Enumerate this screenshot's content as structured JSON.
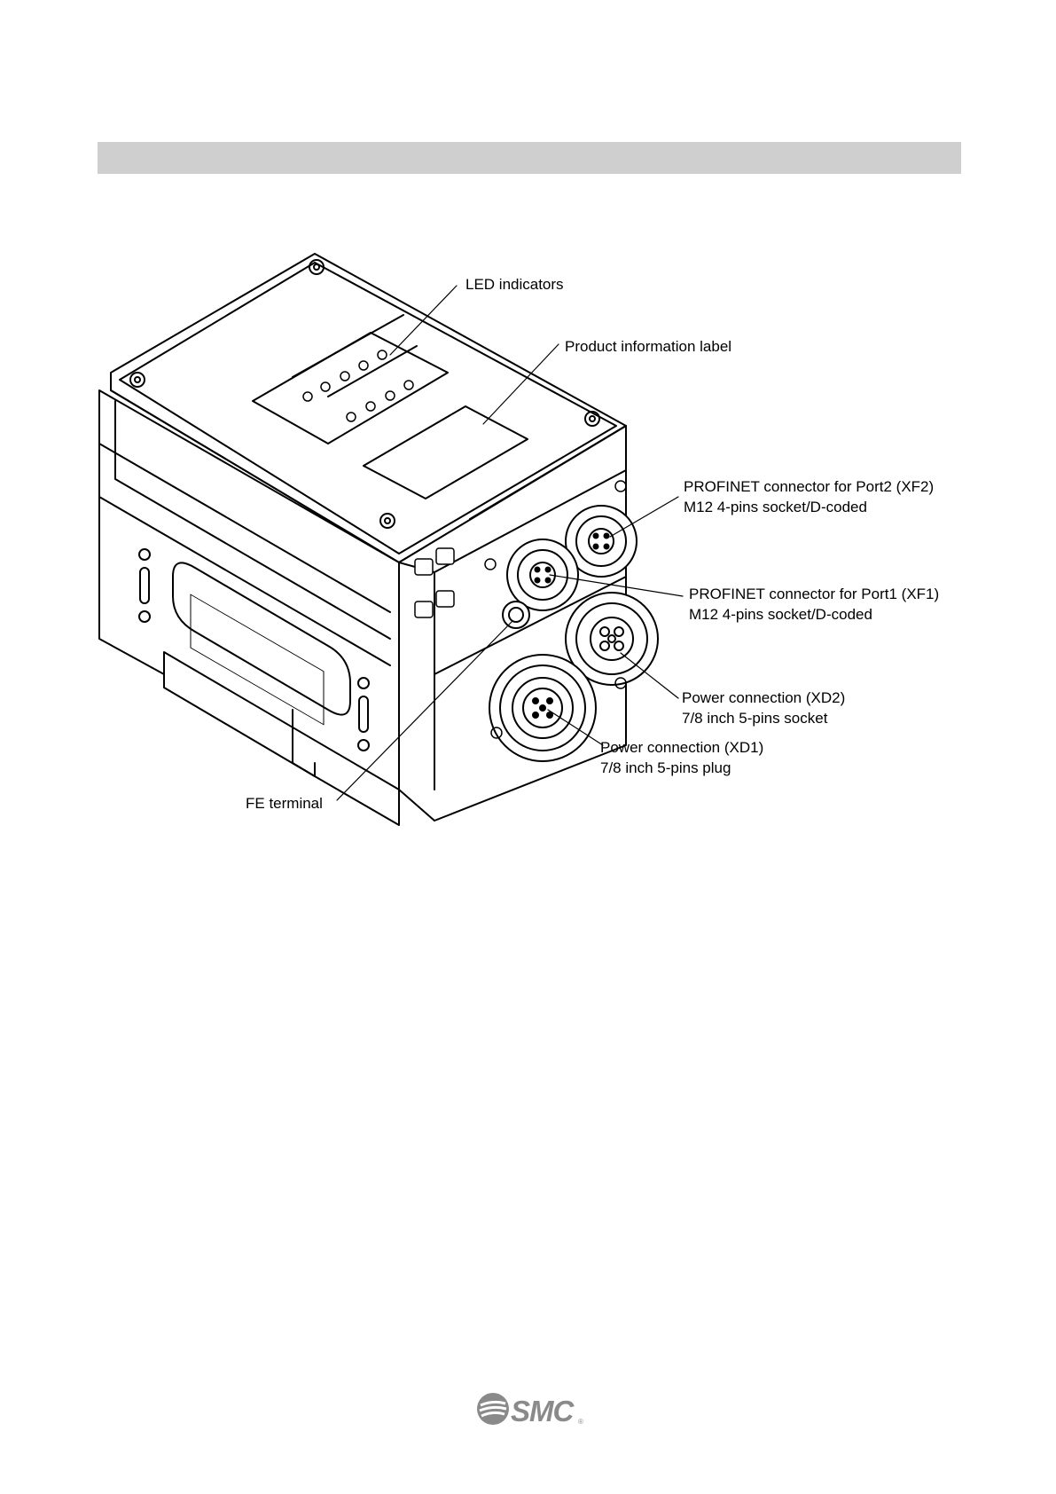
{
  "callouts": {
    "led_indicators": "LED indicators",
    "product_label": "Product information label",
    "xf2_line1": "PROFINET connector for Port2 (XF2)",
    "xf2_line2": "M12 4-pins socket/D-coded",
    "xf1_line1": "PROFINET connector for Port1 (XF1)",
    "xf1_line2": "M12 4-pins socket/D-coded",
    "xd2_line1": "Power connection (XD2)",
    "xd2_line2": "7/8 inch 5-pins socket",
    "xd1_line1": "Power connection (XD1)",
    "xd1_line2": "7/8 inch 5-pins plug",
    "fe_terminal": "FE terminal"
  },
  "logo": {
    "text": "SMC",
    "registered": "®",
    "color": "#8a8a8a"
  },
  "colors": {
    "header_bar": "#cfcfcf"
  }
}
